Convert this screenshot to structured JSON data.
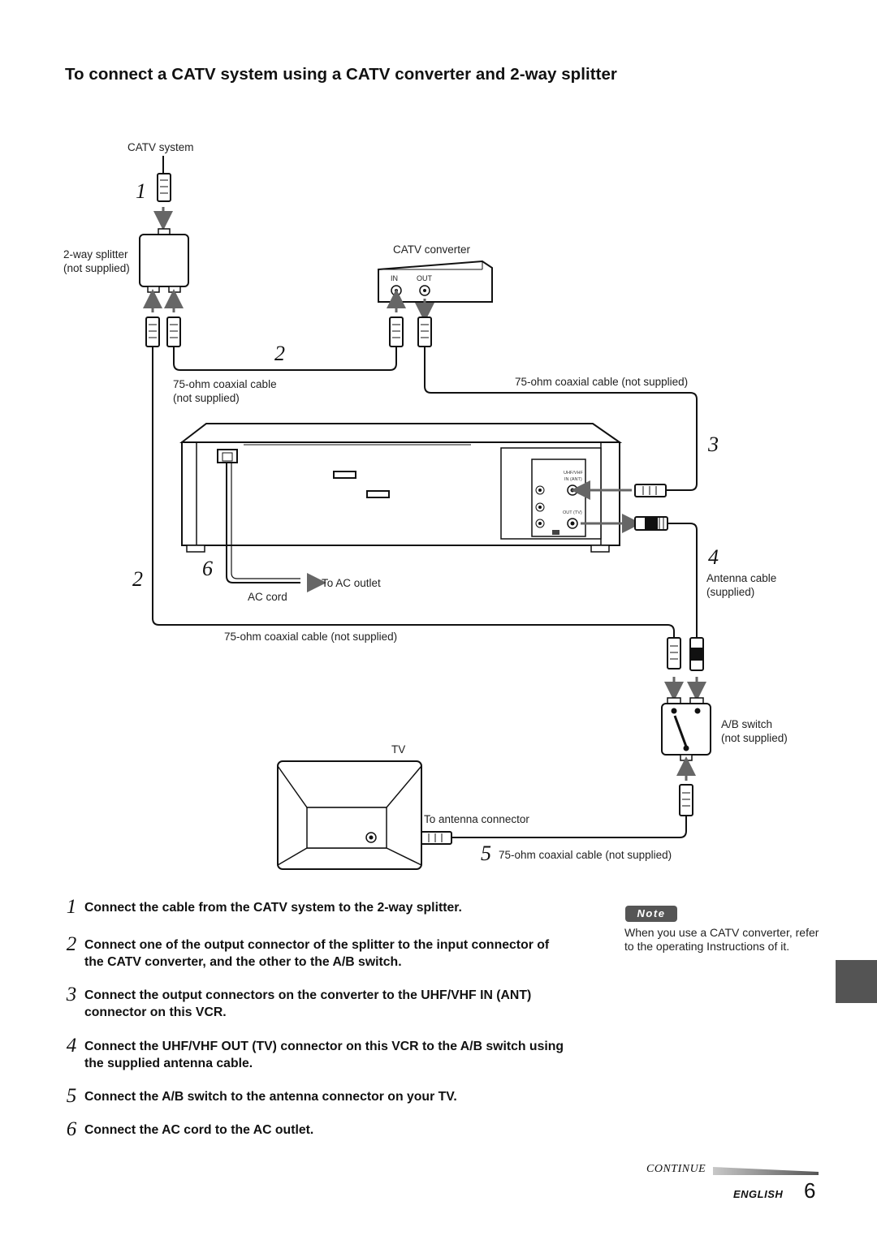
{
  "title": "To connect a CATV system using a CATV converter and 2-way splitter",
  "diagram": {
    "catv_system": "CATV system",
    "splitter": [
      "2-way splitter",
      "(not supplied)"
    ],
    "converter": "CATV converter",
    "converter_in": "IN",
    "converter_out": "OUT",
    "cable_left": [
      "75-ohm coaxial cable",
      "(not supplied)"
    ],
    "cable_right": "75-ohm coaxial cable (not supplied)",
    "cable_bottom": "75-ohm coaxial cable (not supplied)",
    "cable_tv": "75-ohm coaxial cable (not supplied)",
    "vcr_in": [
      "UHF/VHF",
      "IN (ANT)"
    ],
    "vcr_out": "OUT (TV)",
    "to_ac_outlet": "To AC outlet",
    "ac_cord": "AC cord",
    "antenna_cable": [
      "Antenna cable",
      "(supplied)"
    ],
    "ab_switch": [
      "A/B switch",
      "(not supplied)"
    ],
    "tv": "TV",
    "to_antenna_connector": "To antenna connector",
    "markers": {
      "m1": "1",
      "m2a": "2",
      "m2b": "2",
      "m3": "3",
      "m4": "4",
      "m5": "5",
      "m6": "6"
    }
  },
  "steps": [
    {
      "num": "1",
      "text": "Connect the cable from the CATV system to the 2-way splitter."
    },
    {
      "num": "2",
      "text": "Connect one of the output connector of the splitter to the input connector of the CATV converter, and the other to the A/B switch."
    },
    {
      "num": "3",
      "text": "Connect the output connectors on the converter to the UHF/VHF IN (ANT) connector on this VCR."
    },
    {
      "num": "4",
      "text": "Connect the UHF/VHF OUT (TV) connector on this VCR to the A/B switch using the supplied antenna cable."
    },
    {
      "num": "5",
      "text": "Connect the A/B switch to the antenna connector on your TV."
    },
    {
      "num": "6",
      "text": "Connect the AC cord to the AC outlet."
    }
  ],
  "note": {
    "label": "Note",
    "text": "When you use a CATV converter, refer to the operating Instructions of it."
  },
  "footer": {
    "continue": "CONTINUE",
    "language": "ENGLISH",
    "page": "6"
  }
}
